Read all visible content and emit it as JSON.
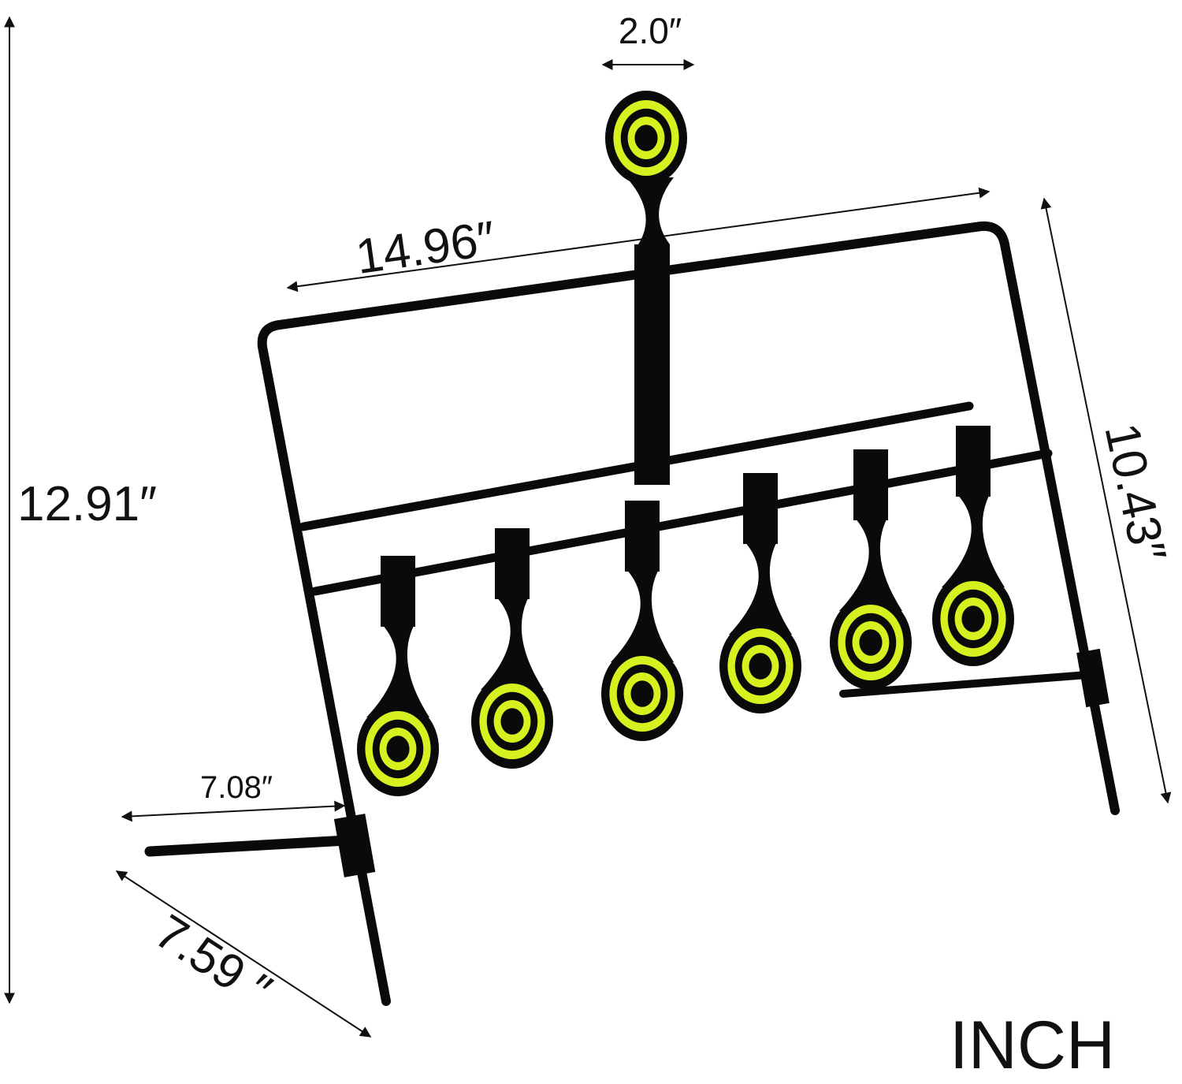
{
  "dimensions": {
    "total_height": "12.91″",
    "target_diameter": "2.0″",
    "frame_width": "14.96″",
    "frame_depth_right": "10.43″",
    "foot_length": "7.08″",
    "base_depth": "7.59 ″"
  },
  "unit_label": "INCH",
  "colors": {
    "target_ring": "#d6f020",
    "frame": "#0a0a0a",
    "dimension_line": "#111111"
  }
}
